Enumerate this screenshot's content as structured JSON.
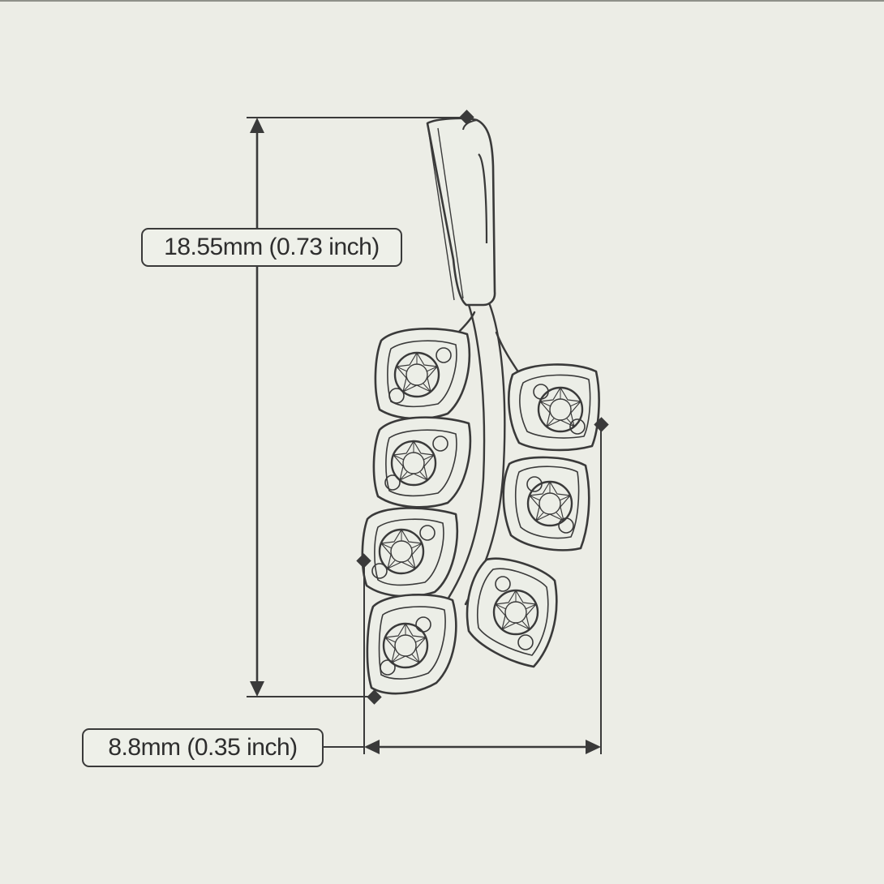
{
  "dimensions": {
    "height": {
      "label": "18.55mm (0.73 inch)",
      "mm": 18.55,
      "inch": 0.73
    },
    "width": {
      "label": "8.8mm (0.35 inch)",
      "mm": 8.8,
      "inch": 0.35
    }
  },
  "colors": {
    "background": "#ecede6",
    "line": "#3a3a3a",
    "label_fill": "#eef0e9"
  }
}
